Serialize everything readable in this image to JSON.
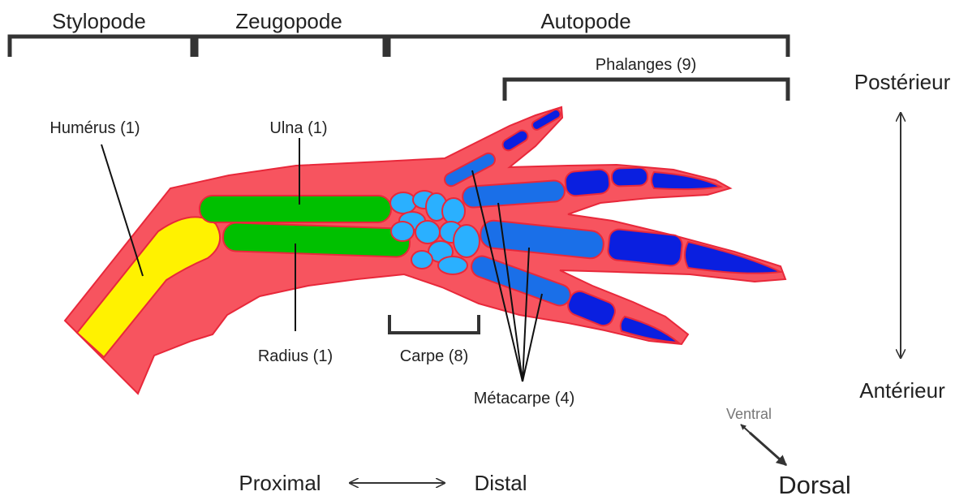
{
  "segments": {
    "stylopode": "Stylopode",
    "zeugopode": "Zeugopode",
    "autopode": "Autopode",
    "phalanges": "Phalanges (9)"
  },
  "bones": {
    "humerus": "Humérus (1)",
    "ulna": "Ulna (1)",
    "radius": "Radius (1)",
    "carpe": "Carpe (8)",
    "metacarpe": "Métacarpe (4)"
  },
  "axes": {
    "posterieur": "Postérieur",
    "anterieur": "Antérieur",
    "proximal": "Proximal",
    "distal": "Distal",
    "ventral": "Ventral",
    "dorsal": "Dorsal"
  },
  "colors": {
    "flesh": "#f7545f",
    "flesh_outline": "#e8283a",
    "humerus": "#fff200",
    "zeugopod": "#00c000",
    "carpal": "#2ab0ff",
    "metacarpal": "#1a6fe8",
    "phalanx": "#0a1fe0",
    "bracket": "#333333"
  }
}
